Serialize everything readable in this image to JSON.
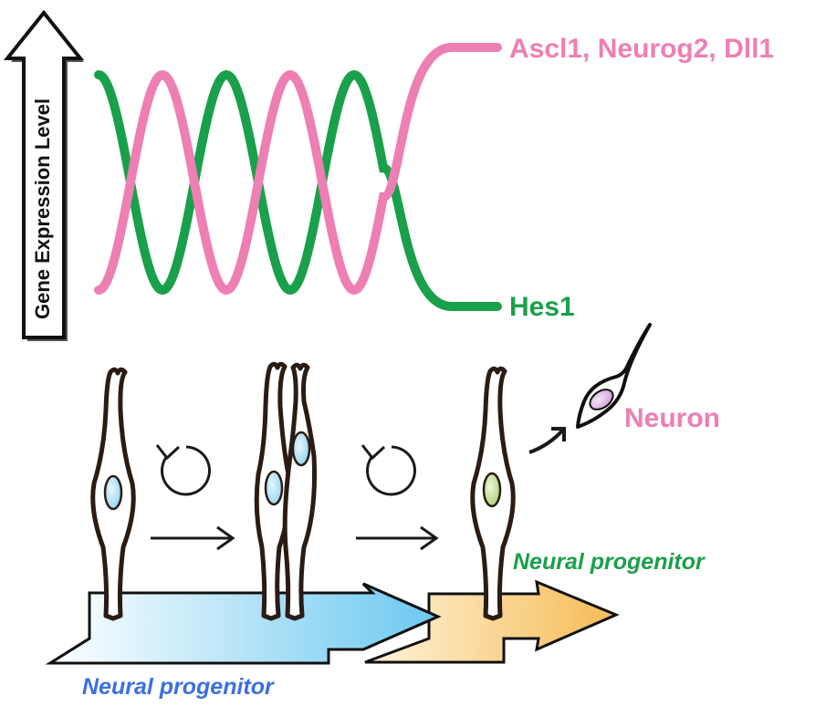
{
  "axis": {
    "label": "Gene Expression Level"
  },
  "genes": {
    "proneural": {
      "label": "Ascl1, Neurog2, Dll1",
      "color": "#ee7fb3"
    },
    "hes1": {
      "label": "Hes1",
      "color": "#19a04a"
    }
  },
  "cells": {
    "neuron_label": "Neuron",
    "progenitor_label_bottom": "Neural progenitor",
    "progenitor_label_right": "Neural progenitor"
  },
  "colors": {
    "outline": "#1a1a1a",
    "cell_stroke": "#2a1c14",
    "progenitor_nucleus": "#a6dcf5",
    "committed_nucleus": "#b6d684",
    "neuron_nucleus": "#dcb0e0",
    "blue_text": "#3b6fe0",
    "green_text": "#19a04a",
    "pink_text": "#ee7fb3",
    "blue_arrow_start": "#ffffff",
    "blue_arrow_end": "#6cc8f0",
    "orange_arrow_start": "#fff4dc",
    "orange_arrow_end": "#f5bb55"
  }
}
